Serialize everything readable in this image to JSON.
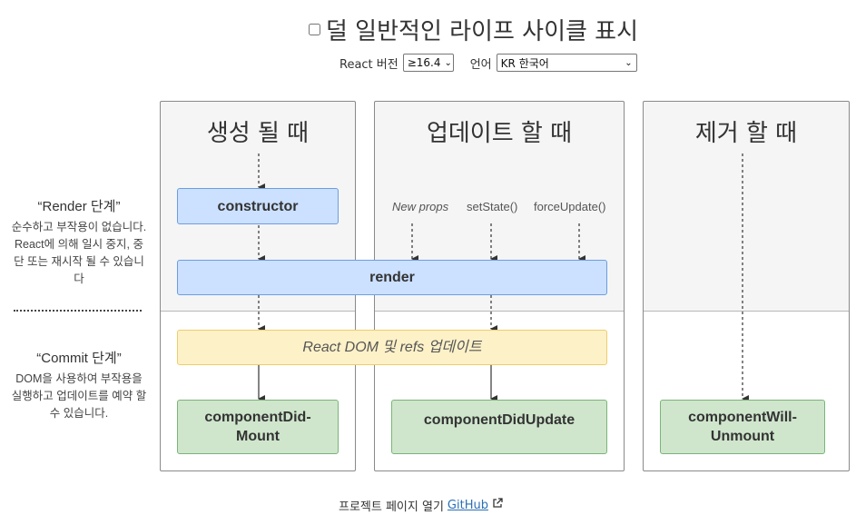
{
  "header": {
    "toggle_label": "덜 일반적인 라이프 사이클 표시",
    "react_version_label": "React 버전",
    "react_version_value": "≥16.4",
    "language_label": "언어",
    "language_value": "KR 한국어"
  },
  "phases": {
    "render": {
      "title": "“Render 단계”",
      "description": "순수하고 부작용이 없습니다. React에 의해 일시 중지, 중단 또는 재시작 될 수 있습니다"
    },
    "commit": {
      "title": "“Commit 단계”",
      "description": "DOM을 사용하여 부작용을 실행하고 업데이트를 예약 할 수 있습니다."
    }
  },
  "columns": {
    "mounting": {
      "title": "생성 될 때"
    },
    "updating": {
      "title": "업데이트 할 때"
    },
    "unmounting": {
      "title": "제거 할 때"
    }
  },
  "triggers": {
    "new_props": "New props",
    "set_state": "setState()",
    "force_update": "forceUpdate()"
  },
  "methods": {
    "constructor": "constructor",
    "render": "render",
    "react_dom_update": "React DOM 및 refs 업데이트",
    "component_did_mount": "componentDid-\nMount",
    "component_did_update": "componentDidUpdate",
    "component_will_unmount": "componentWill-\nUnmount"
  },
  "footer": {
    "text": "프로젝트 페이지 열기",
    "link": "GitHub"
  },
  "colors": {
    "render_box": "#cce0ff",
    "commit_box": "#fdf1c8",
    "lifecycle_method_box": "#cfe6cc"
  }
}
